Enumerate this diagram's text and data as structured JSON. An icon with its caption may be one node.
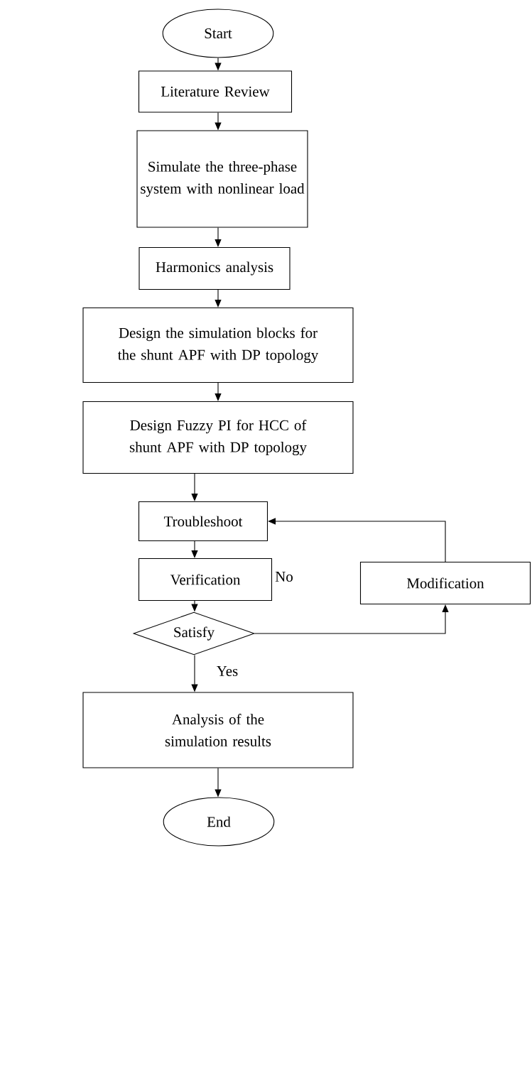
{
  "diagram": {
    "nodes": [
      {
        "text": [
          "Start"
        ]
      },
      {
        "text": [
          "Literature Review"
        ]
      },
      {
        "text": [
          "Simulate the three-phase system with nonlinear load"
        ]
      },
      {
        "text": [
          "Harmonics analysis"
        ]
      },
      {
        "text": [
          "Design the simulation blocks for the shunt APF with DP topology"
        ]
      },
      {
        "text": [
          "Design Fuzzy PI for HCC of shunt APF with DP topology"
        ]
      },
      {
        "text": [
          "Troubleshoot"
        ]
      },
      {
        "text": [
          "Verification"
        ]
      },
      {
        "text": [
          "Modification"
        ]
      },
      {
        "text": [
          "Satisfy"
        ]
      },
      {
        "text": [
          "Analysis of the simulation results"
        ]
      },
      {
        "text": [
          "End"
        ]
      }
    ],
    "edges": [
      {
        "from": 0,
        "to": 1,
        "arrow": "to"
      },
      {
        "from": 1,
        "to": 2,
        "arrow": "to"
      },
      {
        "from": 2,
        "to": 3,
        "arrow": "to"
      },
      {
        "from": 3,
        "to": 4,
        "arrow": "to"
      },
      {
        "from": 4,
        "to": 5,
        "arrow": "to"
      },
      {
        "from": 5,
        "to": 6,
        "arrow": "to"
      },
      {
        "from": 6,
        "to": 7,
        "arrow": "to"
      },
      {
        "from": 7,
        "to": 9,
        "arrow": "to"
      },
      {
        "from": 9,
        "to": 8,
        "arrow": "to",
        "label": "No"
      },
      {
        "from": 8,
        "to": 6,
        "arrow": "to"
      },
      {
        "from": 9,
        "to": 10,
        "arrow": "to",
        "label": "Yes"
      },
      {
        "from": 10,
        "to": 11,
        "arrow": "to"
      }
    ]
  }
}
